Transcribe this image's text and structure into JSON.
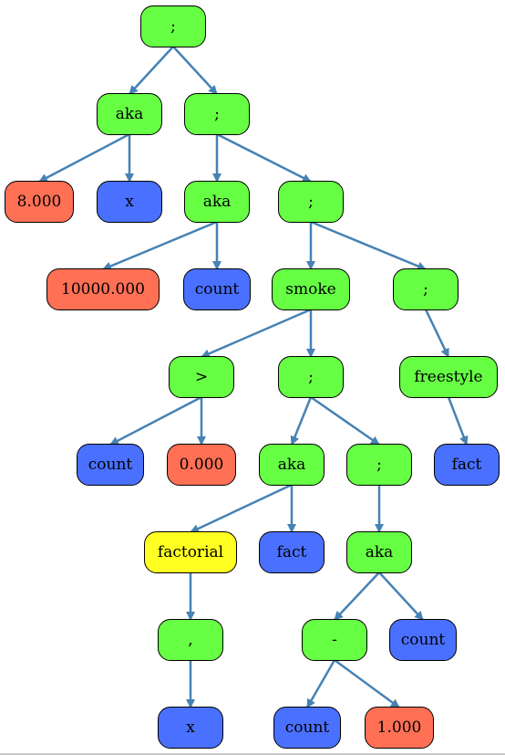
{
  "colors": {
    "op": "#66ff44",
    "num": "#ff7055",
    "var": "#4a70ff",
    "func": "#ffff22",
    "edge": "#4682b4"
  },
  "nodes": [
    {
      "id": "n1",
      "label": ";",
      "kind": "op"
    },
    {
      "id": "n2",
      "label": "aka",
      "kind": "op"
    },
    {
      "id": "n3",
      "label": ";",
      "kind": "op"
    },
    {
      "id": "n4",
      "label": "8.000",
      "kind": "num"
    },
    {
      "id": "n5",
      "label": "x",
      "kind": "var"
    },
    {
      "id": "n6",
      "label": "aka",
      "kind": "op"
    },
    {
      "id": "n7",
      "label": ";",
      "kind": "op"
    },
    {
      "id": "n8",
      "label": "10000.000",
      "kind": "num"
    },
    {
      "id": "n9",
      "label": "count",
      "kind": "var"
    },
    {
      "id": "n10",
      "label": "smoke",
      "kind": "op"
    },
    {
      "id": "n11",
      "label": ";",
      "kind": "op"
    },
    {
      "id": "n12",
      "label": ">",
      "kind": "op"
    },
    {
      "id": "n13",
      "label": ";",
      "kind": "op"
    },
    {
      "id": "n14",
      "label": "freestyle",
      "kind": "op"
    },
    {
      "id": "n15",
      "label": "count",
      "kind": "var"
    },
    {
      "id": "n16",
      "label": "0.000",
      "kind": "num"
    },
    {
      "id": "n17",
      "label": "aka",
      "kind": "op"
    },
    {
      "id": "n18",
      "label": ";",
      "kind": "op"
    },
    {
      "id": "n19",
      "label": "fact",
      "kind": "var"
    },
    {
      "id": "n20",
      "label": "factorial",
      "kind": "func"
    },
    {
      "id": "n21",
      "label": "fact",
      "kind": "var"
    },
    {
      "id": "n22",
      "label": "aka",
      "kind": "op"
    },
    {
      "id": "n23",
      "label": ",",
      "kind": "op"
    },
    {
      "id": "n24",
      "label": "-",
      "kind": "op"
    },
    {
      "id": "n25",
      "label": "count",
      "kind": "var"
    },
    {
      "id": "n26",
      "label": "x",
      "kind": "var"
    },
    {
      "id": "n27",
      "label": "count",
      "kind": "var"
    },
    {
      "id": "n28",
      "label": "1.000",
      "kind": "num"
    }
  ],
  "edges": [
    [
      "n1",
      "n2"
    ],
    [
      "n1",
      "n3"
    ],
    [
      "n2",
      "n4"
    ],
    [
      "n2",
      "n5"
    ],
    [
      "n3",
      "n6"
    ],
    [
      "n3",
      "n7"
    ],
    [
      "n6",
      "n8"
    ],
    [
      "n6",
      "n9"
    ],
    [
      "n7",
      "n10"
    ],
    [
      "n7",
      "n11"
    ],
    [
      "n10",
      "n12"
    ],
    [
      "n10",
      "n13"
    ],
    [
      "n11",
      "n14"
    ],
    [
      "n12",
      "n15"
    ],
    [
      "n12",
      "n16"
    ],
    [
      "n13",
      "n17"
    ],
    [
      "n13",
      "n18"
    ],
    [
      "n14",
      "n19"
    ],
    [
      "n17",
      "n20"
    ],
    [
      "n17",
      "n21"
    ],
    [
      "n18",
      "n22"
    ],
    [
      "n20",
      "n23"
    ],
    [
      "n22",
      "n24"
    ],
    [
      "n22",
      "n25"
    ],
    [
      "n23",
      "n26"
    ],
    [
      "n24",
      "n27"
    ],
    [
      "n24",
      "n28"
    ]
  ]
}
